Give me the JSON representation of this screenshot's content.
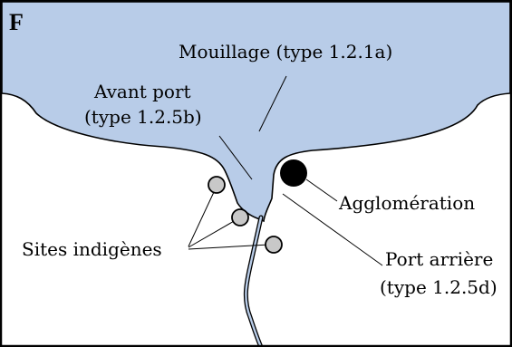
{
  "panel_letter": "F",
  "labels": {
    "mouillage": "Mouillage  (type 1.2.1a)",
    "avant_port_line1": "Avant port",
    "avant_port_line2": "(type 1.2.5b)",
    "agglomeration": "Agglomération",
    "sites_indigenes": "Sites indigènes",
    "port_arriere_line1": "Port arrière",
    "port_arriere_line2": "(type 1.2.5d)"
  },
  "colors": {
    "water": "#b8cce8",
    "outline": "#000000",
    "site_fill": "#c8c8c8",
    "agglomeration_fill": "#000000",
    "background": "#ffffff"
  }
}
